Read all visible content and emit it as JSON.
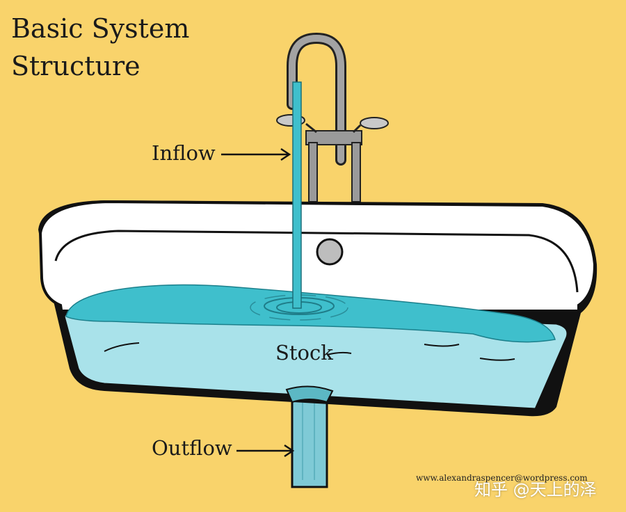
{
  "title": {
    "line1": "Basic System",
    "line2": "Structure"
  },
  "labels": {
    "inflow": "Inflow",
    "stock": "Stock",
    "outflow": "Outflow"
  },
  "credit": "www.alexandraspencer@wordpress.com",
  "watermark": "知乎 @天上的泽",
  "colors": {
    "background": "#f9d36b",
    "water_surface": "#3fbfcc",
    "water_body": "#a9e2ea",
    "tub": "#ffffff",
    "outline": "#111111",
    "faucet": "#9a9a9a"
  },
  "icons": [
    "bathtub",
    "faucet",
    "drain",
    "arrow-right"
  ]
}
